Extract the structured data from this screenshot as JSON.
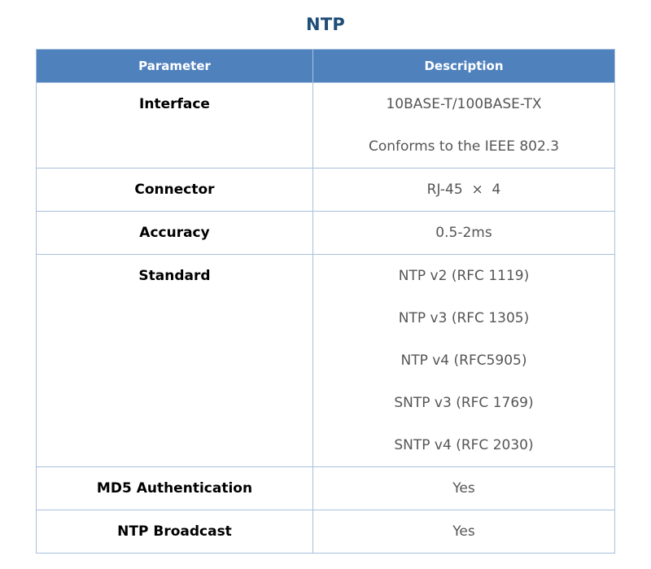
{
  "title": "NTP",
  "colors": {
    "title": "#1f4e79",
    "header_bg": "#4f81bd",
    "header_text": "#ffffff",
    "border": "#a8c0dc",
    "param_text": "#000000",
    "desc_text": "#555555"
  },
  "table": {
    "headers": [
      "Parameter",
      "Description"
    ],
    "rows": [
      {
        "parameter": "Interface",
        "description": [
          "10BASE-T/100BASE-TX",
          "Conforms to the IEEE 802.3"
        ]
      },
      {
        "parameter": "Connector",
        "description": [
          "RJ-45  ×  4"
        ]
      },
      {
        "parameter": "Accuracy",
        "description": [
          "0.5-2ms"
        ]
      },
      {
        "parameter": "Standard",
        "description": [
          "NTP v2 (RFC 1119)",
          "NTP v3 (RFC 1305)",
          "NTP v4 (RFC5905)",
          "SNTP v3 (RFC 1769)",
          "SNTP v4 (RFC 2030)"
        ]
      },
      {
        "parameter": "MD5 Authentication",
        "description": [
          "Yes"
        ]
      },
      {
        "parameter": "NTP Broadcast",
        "description": [
          "Yes"
        ]
      }
    ]
  }
}
